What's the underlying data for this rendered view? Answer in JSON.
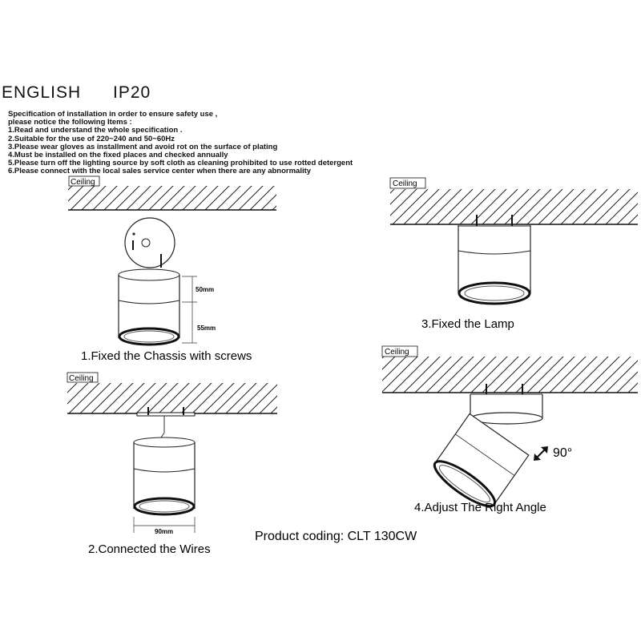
{
  "header": {
    "language": "ENGLISH",
    "rating": "IP20"
  },
  "spec": {
    "lines": [
      "Specification of installation in order to ensure safety use ,",
      "please notice the following Items :",
      "1.Read and understand the whole specification .",
      "2.Suitable for the use of 220~240 and 50~60Hz",
      "3.Please wear gloves as installment and avoid rot on the surface of plating",
      "4.Must be installed on the fixed places and checked annually",
      "5.Please turn off the lighting source by soft cloth as cleaning prohibited to use rotted detergent",
      "6.Please connect with the local sales service center when there are any abnormality"
    ]
  },
  "diagrams": {
    "ceiling_label": "Ceiling",
    "step1": {
      "caption": "1.Fixed the Chassis with screws",
      "dim_top": "50mm",
      "dim_bottom": "55mm"
    },
    "step2": {
      "caption": "2.Connected the Wires",
      "dim_width": "90mm"
    },
    "step3": {
      "caption": "3.Fixed the Lamp"
    },
    "step4": {
      "caption": "4.Adjust The Right Angle",
      "angle": "90°"
    }
  },
  "product": {
    "coding": "Product coding: CLT 130CW"
  }
}
